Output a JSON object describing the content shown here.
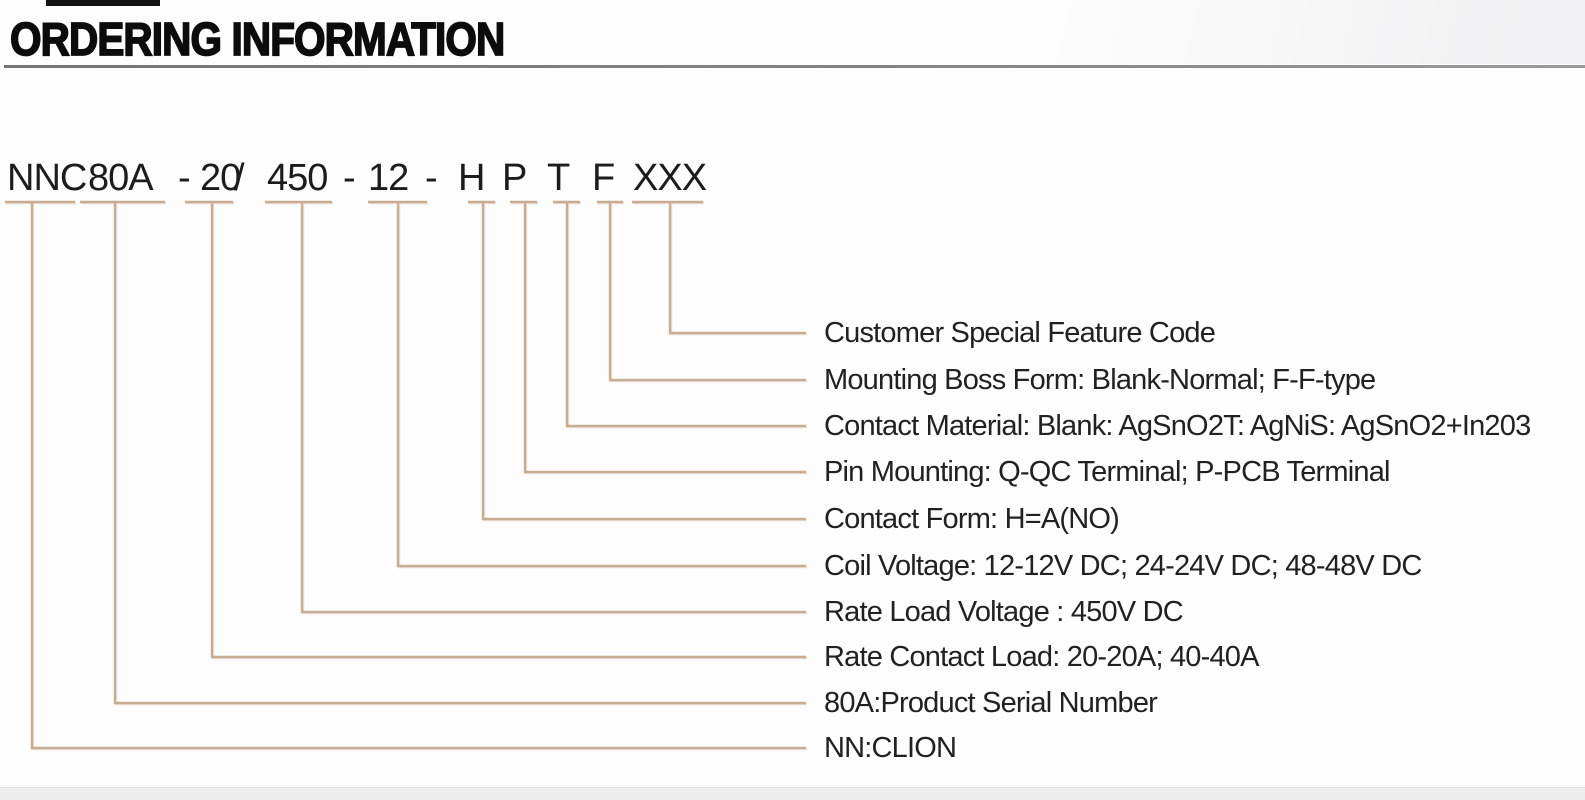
{
  "page": {
    "title": "ORDERING INFORMATION"
  },
  "part_code": {
    "full": "NNC 80A - 20 / 450 - 12 - H P T F XXX",
    "tokens": [
      {
        "text": "NNC"
      },
      {
        "text": "80A"
      },
      {
        "text": "-"
      },
      {
        "text": "20"
      },
      {
        "text": "/"
      },
      {
        "text": "450"
      },
      {
        "text": "-"
      },
      {
        "text": "12"
      },
      {
        "text": "-"
      },
      {
        "text": "H"
      },
      {
        "text": "P"
      },
      {
        "text": "T"
      },
      {
        "text": "F"
      },
      {
        "text": "XXX"
      }
    ]
  },
  "legend": {
    "rows": [
      {
        "code": "XXX",
        "label": "Customer Special Feature Code"
      },
      {
        "code": "F",
        "label": "Mounting Boss Form: Blank-Normal; F-F-type"
      },
      {
        "code": "T",
        "label": "Contact Material: Blank: AgSnO2T: AgNiS: AgSnO2+In203"
      },
      {
        "code": "P",
        "label": "Pin Mounting: Q-QC Terminal; P-PCB Terminal"
      },
      {
        "code": "H",
        "label": "Contact Form: H=A(NO)"
      },
      {
        "code": "12",
        "label": "Coil Voltage: 12-12V DC; 24-24V DC; 48-48V DC"
      },
      {
        "code": "450",
        "label": "Rate Load Voltage : 450V DC"
      },
      {
        "code": "20",
        "label": "Rate Contact Load: 20-20A; 40-40A"
      },
      {
        "code": "80A",
        "label": "80A:Product Serial Number"
      },
      {
        "code": "NN",
        "label": "NN:CLION"
      }
    ]
  },
  "colors": {
    "line": "#c9ad93",
    "title": "#0c0c0c",
    "text": "#212121",
    "rule": "#878787"
  }
}
